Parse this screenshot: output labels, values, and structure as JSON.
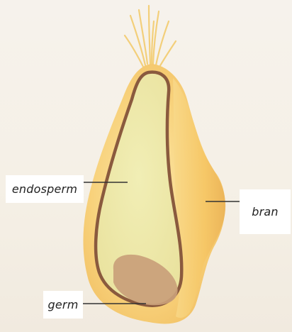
{
  "colors": {
    "bran_outer": "#f6c96a",
    "bran_inner": "#f4d889",
    "endosperm_fill": "#eee9a6",
    "endosperm_outline": "#8a5a3e",
    "germ_fill": "#c9a07a",
    "hair_color": "#f3cf7a",
    "leader_line": "#333333"
  },
  "labels": {
    "endosperm": "endosperm",
    "bran": "bran",
    "germ": "germ"
  }
}
